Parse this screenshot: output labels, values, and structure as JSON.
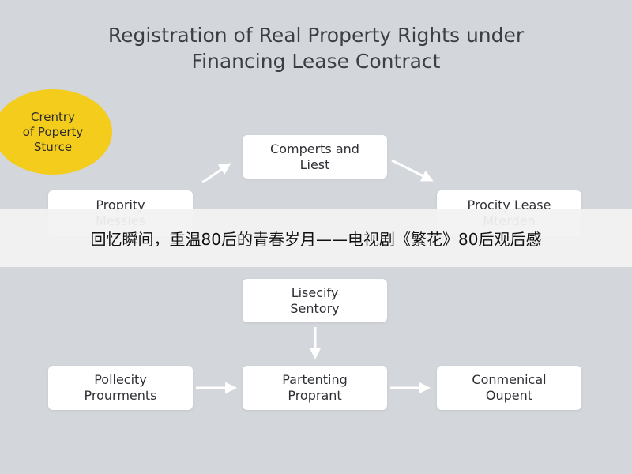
{
  "diagram": {
    "title": "Registration of Real Property Rights under\nFinancing Lease Contract",
    "badge": "Crentry\nof Poperty\nSturce",
    "nodes": {
      "top_center": "Comperts and\nLiest",
      "left_upper": "Proprity\nMessies",
      "right_upper": "Procity Lease\nMterden",
      "center_middle": "Lisecify\nSentory",
      "bottom_left": "Pollecity\nProurments",
      "bottom_center": "Partenting\nProprant",
      "bottom_right": "Conmenical\nOupent"
    }
  },
  "overlay": {
    "banner_text": "回忆瞬间，重温80后的青春岁月——电视剧《繁花》80后观后感"
  },
  "colors": {
    "background": "#d3d6da",
    "node": "#ffffff",
    "badge": "#f4cc1c",
    "arrow": "#ffffff",
    "banner": "#f2f2f2"
  }
}
